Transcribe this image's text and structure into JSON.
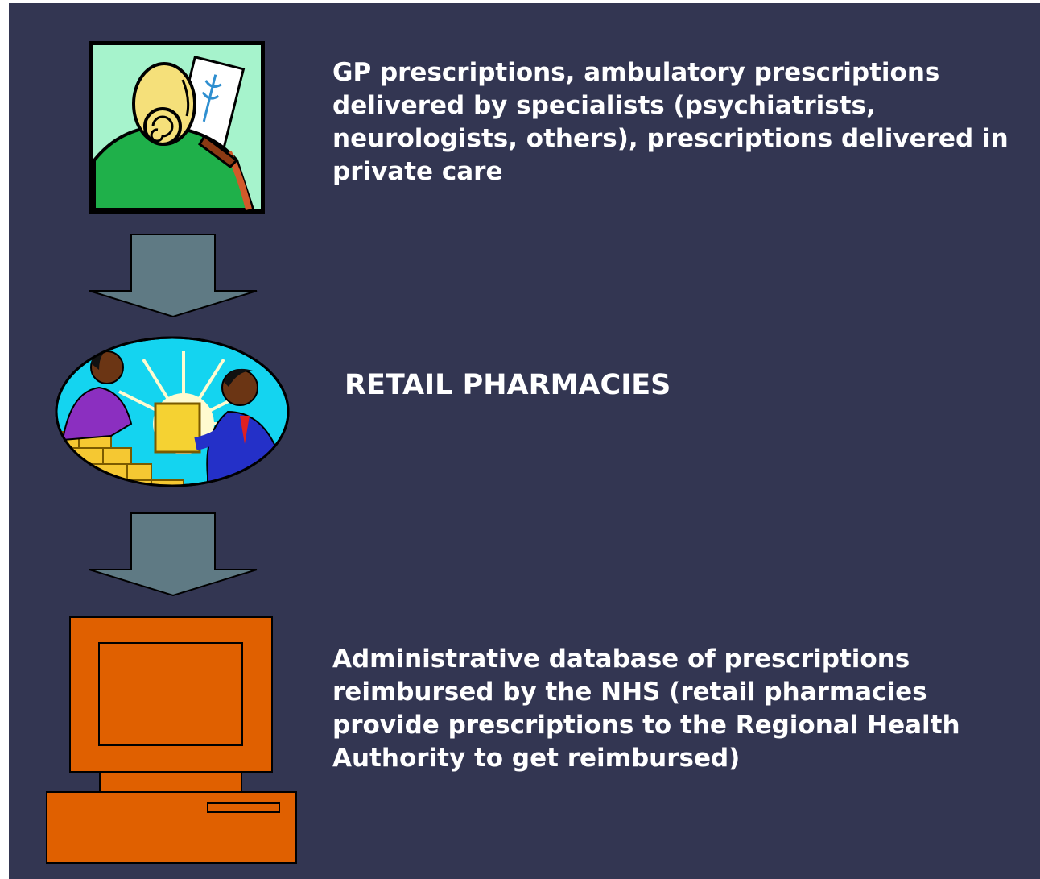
{
  "colors": {
    "background": "#333652",
    "arrow_fill": "#5f7a84",
    "computer_fill": "#e06000",
    "text": "#ffffff"
  },
  "steps": [
    {
      "icon": "doctor-writing-prescription-icon",
      "text": "GP prescriptions, ambulatory prescriptions delivered by specialists (psychiatrists, neurologists, others), prescriptions delivered in private care"
    },
    {
      "icon": "pharmacy-exchange-icon",
      "text": "RETAIL PHARMACIES"
    },
    {
      "icon": "computer-icon",
      "text": "Administrative database of prescriptions reimbursed by the NHS (retail pharmacies provide prescriptions to the Regional Health Authority to get reimbursed)"
    }
  ]
}
